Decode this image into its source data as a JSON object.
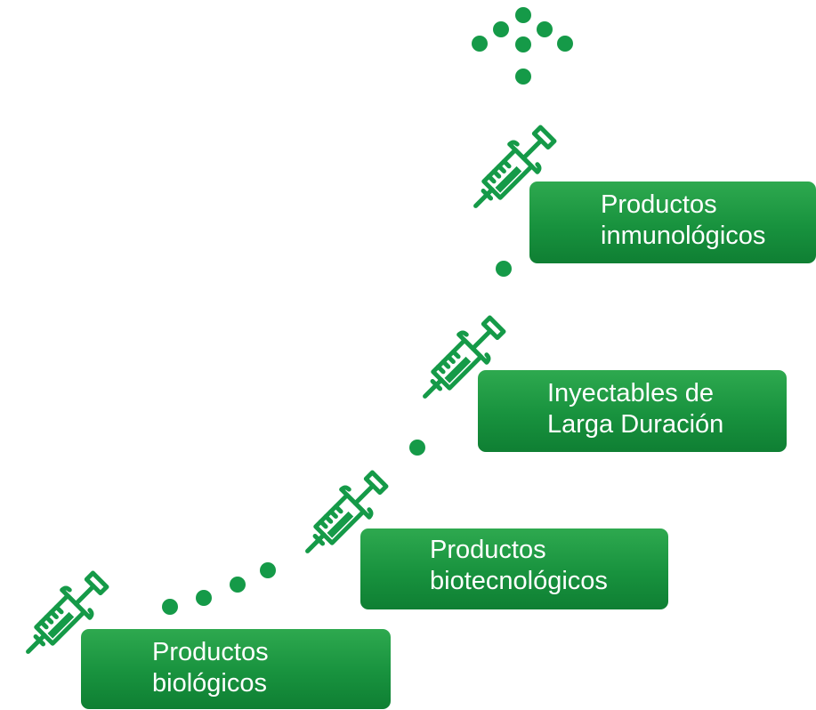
{
  "theme": {
    "accent": "#159a48",
    "box": "#189240",
    "text": "#ffffff"
  },
  "icons": {
    "syringe": "syringe-icon",
    "dot": "dot"
  },
  "steps": [
    {
      "line1": "Productos",
      "line2": "biológicos"
    },
    {
      "line1": "Productos",
      "line2": "biotecnológicos"
    },
    {
      "line1": "Inyectables de",
      "line2": "Larga Duración"
    },
    {
      "line1": "Productos",
      "line2": "inmunológicos"
    }
  ]
}
